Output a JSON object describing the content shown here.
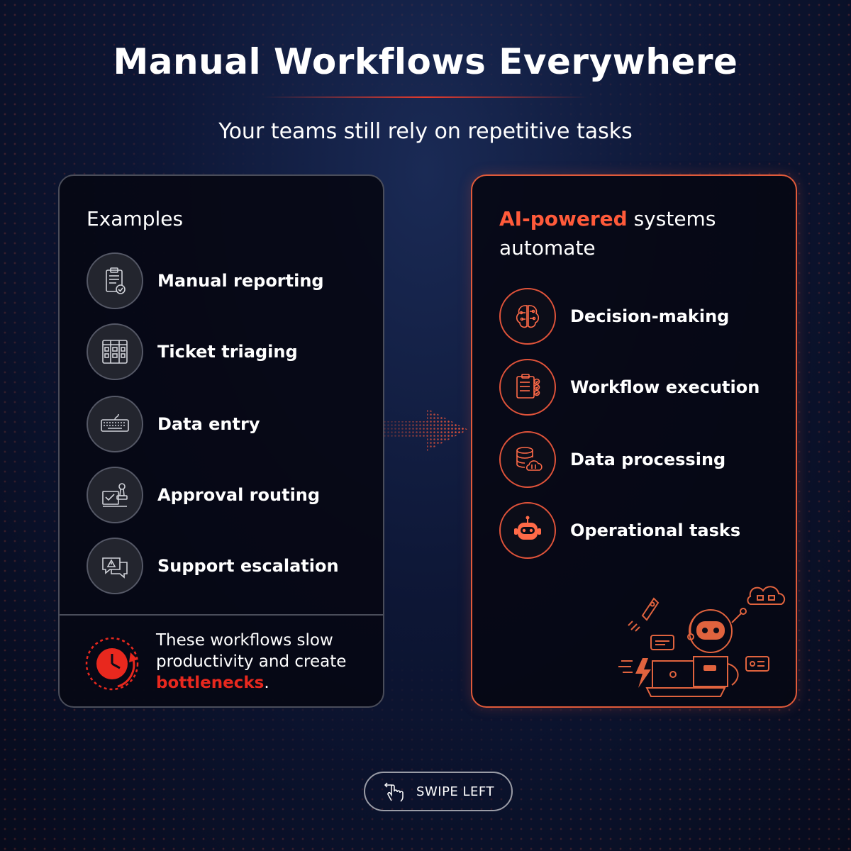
{
  "header": {
    "title": "Manual Workflows Everywhere",
    "subtitle": "Your teams still rely on repetitive tasks"
  },
  "left_card": {
    "heading": "Examples",
    "items": [
      {
        "label": "Manual reporting",
        "icon": "clipboard-report-icon"
      },
      {
        "label": "Ticket triaging",
        "icon": "kanban-board-icon"
      },
      {
        "label": "Data entry",
        "icon": "keyboard-icon"
      },
      {
        "label": "Approval routing",
        "icon": "approval-stamp-icon"
      },
      {
        "label": "Support escalation",
        "icon": "chat-alert-icon"
      }
    ],
    "footer": {
      "text_before": "These workflows slow productivity and create ",
      "highlight": "bottlenecks",
      "text_after": ".",
      "icon": "clock-cycle-icon"
    }
  },
  "right_card": {
    "heading_highlight": "AI-powered",
    "heading_rest": " systems automate",
    "items": [
      {
        "label": "Decision-making",
        "icon": "brain-circuit-icon"
      },
      {
        "label": "Workflow execution",
        "icon": "checklist-icon"
      },
      {
        "label": "Data processing",
        "icon": "database-cloud-icon"
      },
      {
        "label": "Operational tasks",
        "icon": "robot-face-icon"
      }
    ],
    "illustration": "robot-laptop-illustration"
  },
  "swipe": {
    "label": "SWIPE LEFT",
    "icon": "swipe-hand-icon"
  },
  "colors": {
    "accent": "#ff5a3a",
    "alert_red": "#e8281e",
    "background": "#0d1635"
  }
}
